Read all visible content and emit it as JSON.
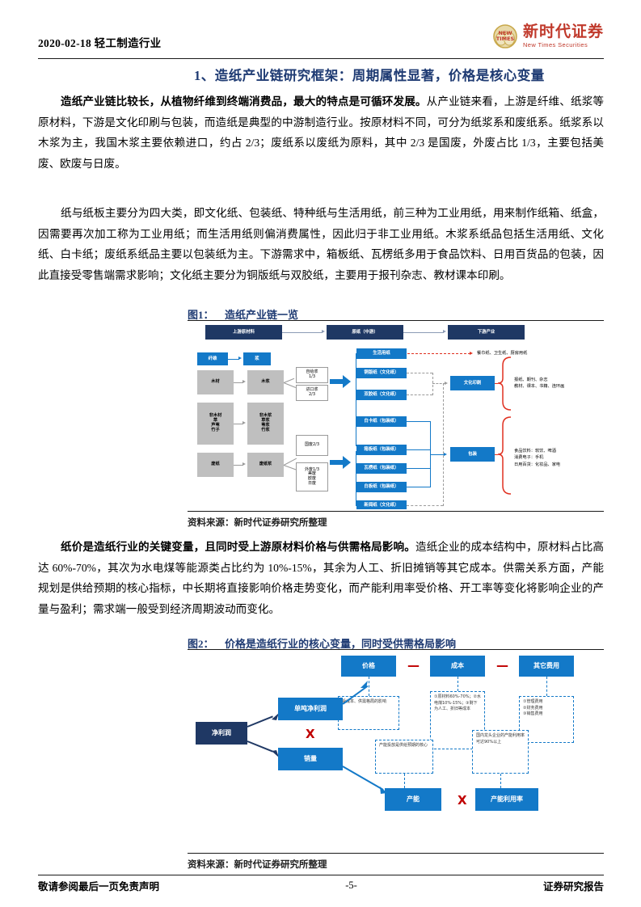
{
  "header": {
    "date_industry": "2020-02-18 轻工制造行业",
    "logo_cn": "新时代证券",
    "logo_en": "New Times Securities",
    "logo_mark_top": "NEW",
    "logo_mark_bottom": "TIMES"
  },
  "section": {
    "title": "1、造纸产业链研究框架：周期属性显著，价格是核心变量"
  },
  "paragraphs": {
    "p1_bold": "造纸产业链比较长，从植物纤维到终端消费品，最大的特点是可循环发展。",
    "p1_rest": "从产业链来看，上游是纤维、纸浆等原材料，下游是文化印刷与包装，而造纸是典型的中游制造行业。按原材料不同，可分为纸浆系和废纸系。纸浆系以木浆为主，我国木浆主要依赖进口，约占 2/3；废纸系以废纸为原料，其中 2/3 是国废，外废占比 1/3，主要包括美废、欧废与日废。",
    "p2": "纸与纸板主要分为四大类，即文化纸、包装纸、特种纸与生活用纸，前三种为工业用纸，用来制作纸箱、纸盒，因需要再次加工称为工业用纸；而生活用纸则偏消费属性，因此归于非工业用纸。木浆系纸品包括生活用纸、文化纸、白卡纸；废纸系纸品主要以包装纸为主。下游需求中，箱板纸、瓦楞纸多用于食品饮料、日用百货品的包装，因此直接受零售端需求影响；文化纸主要分为铜版纸与双胶纸，主要用于报刊杂志、教材课本印刷。",
    "p3_bold": "纸价是造纸行业的关键变量，且同时受上游原材料价格与供需格局影响。",
    "p3_rest": "造纸企业的成本结构中，原材料占比高达 60%-70%，其次为水电煤等能源类占比约为 10%-15%，其余为人工、折旧摊销等其它成本。供需关系方面，产能规划是供给预期的核心指标，中长期将直接影响价格走势变化，而产能利用率受价格、开工率等变化将影响企业的产量与盈利；需求端一般受到经济周期波动而变化。"
  },
  "figure1": {
    "label": "图1：",
    "title": "造纸产业链一览",
    "source": "资料来源：新时代证券研究所整理",
    "top_chain": [
      "上游原材料",
      "原纸（中游）",
      "下游产业"
    ],
    "fiber_row": [
      "纤维",
      "浆"
    ],
    "materials": [
      {
        "raw": "木材",
        "pulp": "木浆"
      },
      {
        "raw": "非木材\n草\n芦苇\n竹子",
        "pulp": "非木浆\n草浆\n苇浆\n竹浆"
      },
      {
        "raw": "废纸",
        "pulp": "废纸浆"
      }
    ],
    "pulp_split": [
      "自给浆\n1/3",
      "进口浆\n2/3"
    ],
    "waste_split_domestic": "国废2/3",
    "waste_split_import": "外废1/3\n美废\n欧废\n日废",
    "paper_types": [
      "生活用纸",
      "铜版纸（文化纸）",
      "双胶纸（文化纸）",
      "白卡纸（包装纸）",
      "箱板纸（包装纸）",
      "瓦楞纸（包装纸）",
      "白板纸（包装纸）",
      "新闻纸（文化纸）"
    ],
    "downstream": [
      "文化印刷",
      "包装"
    ],
    "end_uses": {
      "tissue": "餐巾纸、卫生纸、厨房用纸",
      "print": "报纸、期刊、杂志\n教材、课本、书籍、连环画",
      "pack": "食品饮料：软饮、啤酒\n消费电子：手机\n日用百货：化妆品、家电"
    }
  },
  "figure2": {
    "label": "图2：",
    "title": "价格是造纸行业的核心变量，同时受供需格局影响",
    "source": "资料来源：新时代证券研究所整理",
    "root": "净利润",
    "branch_top": "单吨净利润",
    "branch_bottom": "销量",
    "mult_symbol": "X",
    "minus_symbol": "—",
    "formula": [
      "价格",
      "成本",
      "其它费用"
    ],
    "note_price": "受成本、供需格局的影响",
    "note_cost": "①原材料60%-70%；②水电煤10%-15%；③剩下为人工、折旧等成本",
    "note_other": "①管理费用\n②财务费用\n③销售费用",
    "note_capacity": "产能投放是供给预期的核心",
    "note_util": "国内龙头企业的产能利用率可达90%以上",
    "capacity": "产能",
    "utilization": "产能利用率"
  },
  "footer": {
    "left": "敬请参阅最后一页免责声明",
    "page": "-5-",
    "right": "证券研究报告"
  }
}
